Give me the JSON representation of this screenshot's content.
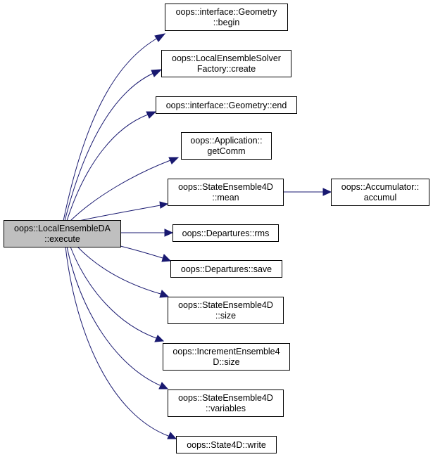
{
  "colors": {
    "edge": "#191970",
    "root_fill": "#bfbfbf",
    "node_fill": "#ffffff",
    "border": "#000000"
  },
  "root": {
    "line1": "oops::LocalEnsembleDA",
    "line2": "::execute"
  },
  "nodes": {
    "geometry_begin": {
      "line1": "oops::interface::Geometry",
      "line2": "::begin"
    },
    "solver_factory_create": {
      "line1": "oops::LocalEnsembleSolver",
      "line2": "Factory::create"
    },
    "geometry_end": {
      "line1": "oops::interface::Geometry::end"
    },
    "application_getcomm": {
      "line1": "oops::Application::",
      "line2": "getComm"
    },
    "stateensemble_mean": {
      "line1": "oops::StateEnsemble4D",
      "line2": "::mean"
    },
    "accumulator_accumul": {
      "line1": "oops::Accumulator::",
      "line2": "accumul"
    },
    "departures_rms": {
      "line1": "oops::Departures::rms"
    },
    "departures_save": {
      "line1": "oops::Departures::save"
    },
    "stateensemble_size": {
      "line1": "oops::StateEnsemble4D",
      "line2": "::size"
    },
    "incrementensemble_size": {
      "line1": "oops::IncrementEnsemble4",
      "line2": "D::size"
    },
    "stateensemble_variables": {
      "line1": "oops::StateEnsemble4D",
      "line2": "::variables"
    },
    "state4d_write": {
      "line1": "oops::State4D::write"
    }
  }
}
